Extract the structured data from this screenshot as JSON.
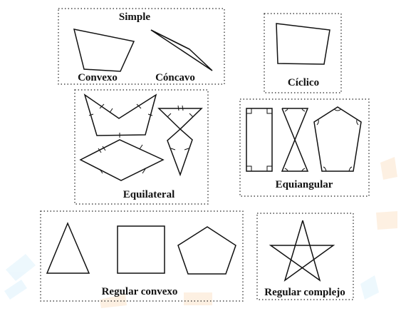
{
  "diagram": {
    "groups": [
      {
        "id": "simple",
        "title": "Simple",
        "labels": [
          "Convexo",
          "Cóncavo"
        ]
      },
      {
        "id": "ciclico",
        "labels": [
          "Cíclico"
        ]
      },
      {
        "id": "equilateral",
        "labels": [
          "Equilateral"
        ]
      },
      {
        "id": "equiangular",
        "labels": [
          "Equiangular"
        ]
      },
      {
        "id": "regular-convexo",
        "labels": [
          "Regular convexo"
        ]
      },
      {
        "id": "regular-complejo",
        "labels": [
          "Regular complejo"
        ]
      }
    ]
  },
  "colors": {
    "stroke": "#111111",
    "background": "#ffffff",
    "watermark_orange": "#f3a24a",
    "watermark_blue": "#8fd3f4"
  }
}
